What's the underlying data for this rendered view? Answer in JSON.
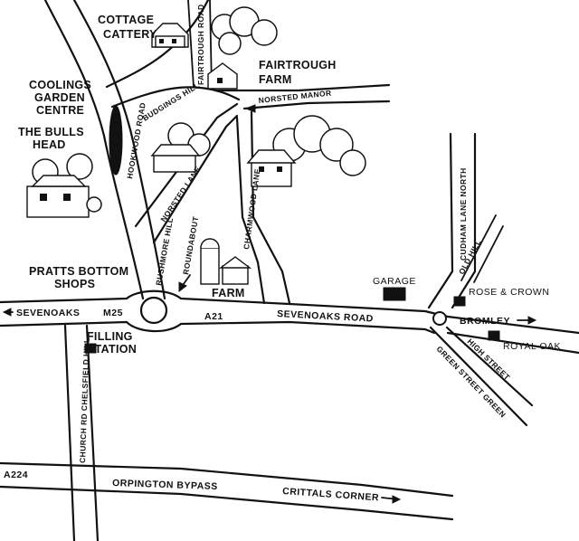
{
  "map": {
    "places": {
      "cottage_cattery": [
        "COTTAGE",
        "CATTERY"
      ],
      "fairtrough_farm": [
        "FAIRTROUGH",
        "FARM"
      ],
      "coolings_garden_centre": [
        "COOLINGS",
        "GARDEN",
        "CENTRE"
      ],
      "the_bulls_head": [
        "THE BULLS",
        "HEAD"
      ],
      "pratts_bottom_shops": [
        "PRATTS BOTTOM",
        "SHOPS"
      ],
      "filling_station": [
        "FILLING",
        "STATION"
      ],
      "farm": "FARM",
      "garage": "GARAGE",
      "rose_and_crown": "ROSE & CROWN",
      "royal_oak": "ROYAL OAK"
    },
    "roads": {
      "fairtrough_road": "FAIRTROUGH ROAD",
      "norsted_manor": "NORSTED MANOR",
      "buddings_hill": "BUDGINGS HILL",
      "hookwood_road": "HOOKWOOD ROAD",
      "norsted_lane": "NORSTED LANE",
      "charmwood_lane": "CHARMWOOD LANE",
      "cudham_lane_north": "CUDHAM LANE NORTH",
      "old_hill": "OLD HILL",
      "rushmore_hill": "RUSHMORE HILL",
      "roundabout": "ROUNDABOUT",
      "sevenoaks": "SEVENOAKS",
      "m25": "M25",
      "a21": "A21",
      "sevenoaks_road": "SEVENOAKS ROAD",
      "bromley": "BROMLEY",
      "high_street": "HIGH STREET",
      "green_street_green": "GREEN STREET GREEN",
      "church_rd_chelsfield_hill": "CHURCH RD CHELSFIELD HILL",
      "a224": "A224",
      "orpington_bypass": "ORPINGTON BYPASS",
      "crittals_corner": "CRITTALS CORNER"
    },
    "colors": {
      "ink": "#111111",
      "paper": "#ffffff"
    }
  }
}
